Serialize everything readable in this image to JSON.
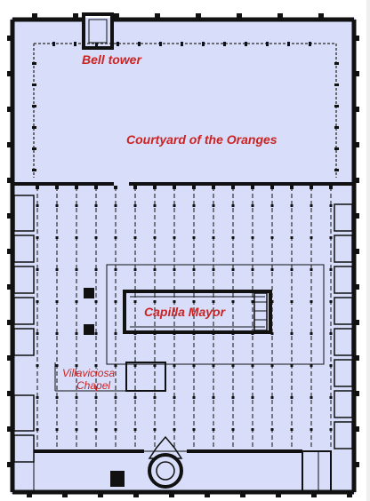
{
  "plan": {
    "colors": {
      "fill": "#d8defa",
      "wall": "#111111",
      "thin_line": "#333333",
      "label": "#cc2222"
    },
    "labels": {
      "bell_tower": "Bell tower",
      "courtyard": "Courtyard of the Oranges",
      "capilla_mayor": "Capilla Mayor",
      "villaviciosa_line1": "Villaviciosa",
      "villaviciosa_line2": "Chapel"
    }
  }
}
